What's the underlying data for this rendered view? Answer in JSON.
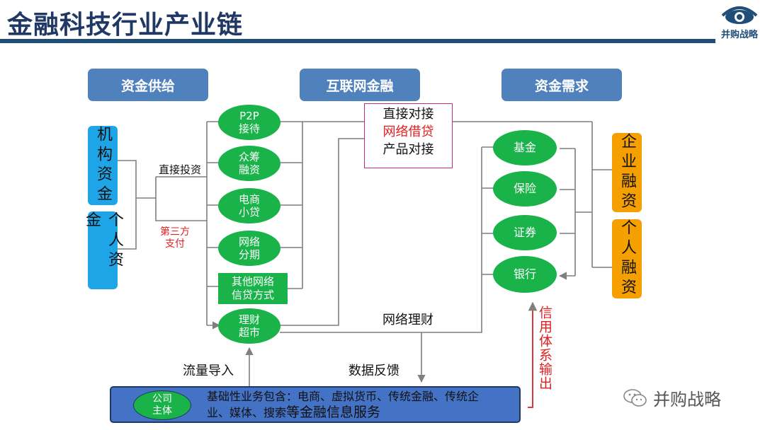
{
  "title": "金融科技行业产业链",
  "logo": {
    "text": "并购战略",
    "icon": "eye-icon"
  },
  "headers": {
    "supply": "资金供给",
    "internet": "互联网金融",
    "demand": "资金需求"
  },
  "supply_boxes": [
    {
      "label": "机构资金"
    },
    {
      "label": "个人资金"
    }
  ],
  "demand_boxes": [
    {
      "label": "企业融资"
    },
    {
      "label": "个人融资"
    }
  ],
  "internet_items": [
    {
      "line1": "P2P",
      "line2": "接待"
    },
    {
      "line1": "众筹",
      "line2": "融资"
    },
    {
      "line1": "电商",
      "line2": "小贷"
    },
    {
      "line1": "网络",
      "line2": "分期"
    },
    {
      "line1": "其他网络",
      "line2": "信贷方式"
    },
    {
      "line1": "理财",
      "line2": "超市"
    }
  ],
  "institutions": [
    "基金",
    "保险",
    "证券",
    "银行"
  ],
  "labels": {
    "direct_invest": "直接投资",
    "third_party_line1": "第三方",
    "third_party_line2": "支付",
    "direct_connect": "直接对接",
    "network_loan": "网络借贷",
    "product_connect": "产品对接",
    "network_finance": "网络理财",
    "traffic_import": "流量导入",
    "data_feedback": "数据反馈",
    "credit_output": "信用体系输出"
  },
  "bottom": {
    "company_line1": "公司",
    "company_line2": "主体",
    "basic_text_1": "基础性业务包含：电商、虚拟货币、传统金融、传统企",
    "basic_text_2": "业、媒体、搜索",
    "basic_text_3": "等金融信息服务"
  },
  "watermark": {
    "text": "并购战略",
    "icon": "wechat-icon"
  },
  "colors": {
    "title": "#1f3864",
    "header": "#4f81bd",
    "supply": "#1ea5e8",
    "demand": "#f5a000",
    "green": "#19b34a",
    "red": "#e02020",
    "bottom": "#4472c4"
  }
}
